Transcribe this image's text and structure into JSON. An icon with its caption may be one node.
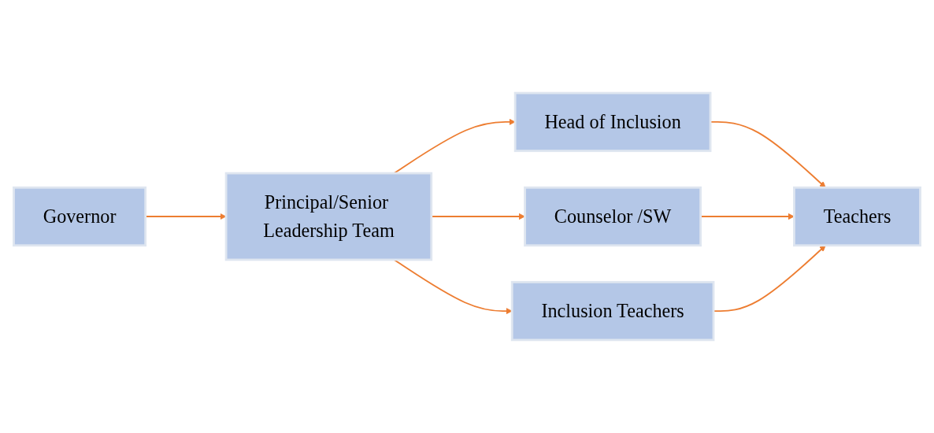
{
  "diagram": {
    "nodes": [
      {
        "text": [
          "Governor"
        ]
      },
      {
        "text": [
          "Principal/Senior Leadership Team"
        ]
      },
      {
        "text": [
          "Head of Inclusion"
        ]
      },
      {
        "text": [
          "Counselor /SW"
        ]
      },
      {
        "text": [
          "Inclusion Teachers"
        ]
      },
      {
        "text": [
          "Teachers"
        ]
      }
    ],
    "edges": [
      {
        "from": 0,
        "to": 1,
        "arrow": "to"
      },
      {
        "from": 1,
        "to": 2,
        "arrow": "to"
      },
      {
        "from": 1,
        "to": 3,
        "arrow": "to"
      },
      {
        "from": 1,
        "to": 4,
        "arrow": "to"
      },
      {
        "from": 2,
        "to": 5,
        "arrow": "to"
      },
      {
        "from": 3,
        "to": 5,
        "arrow": "to"
      },
      {
        "from": 4,
        "to": 5,
        "arrow": "to"
      }
    ]
  }
}
